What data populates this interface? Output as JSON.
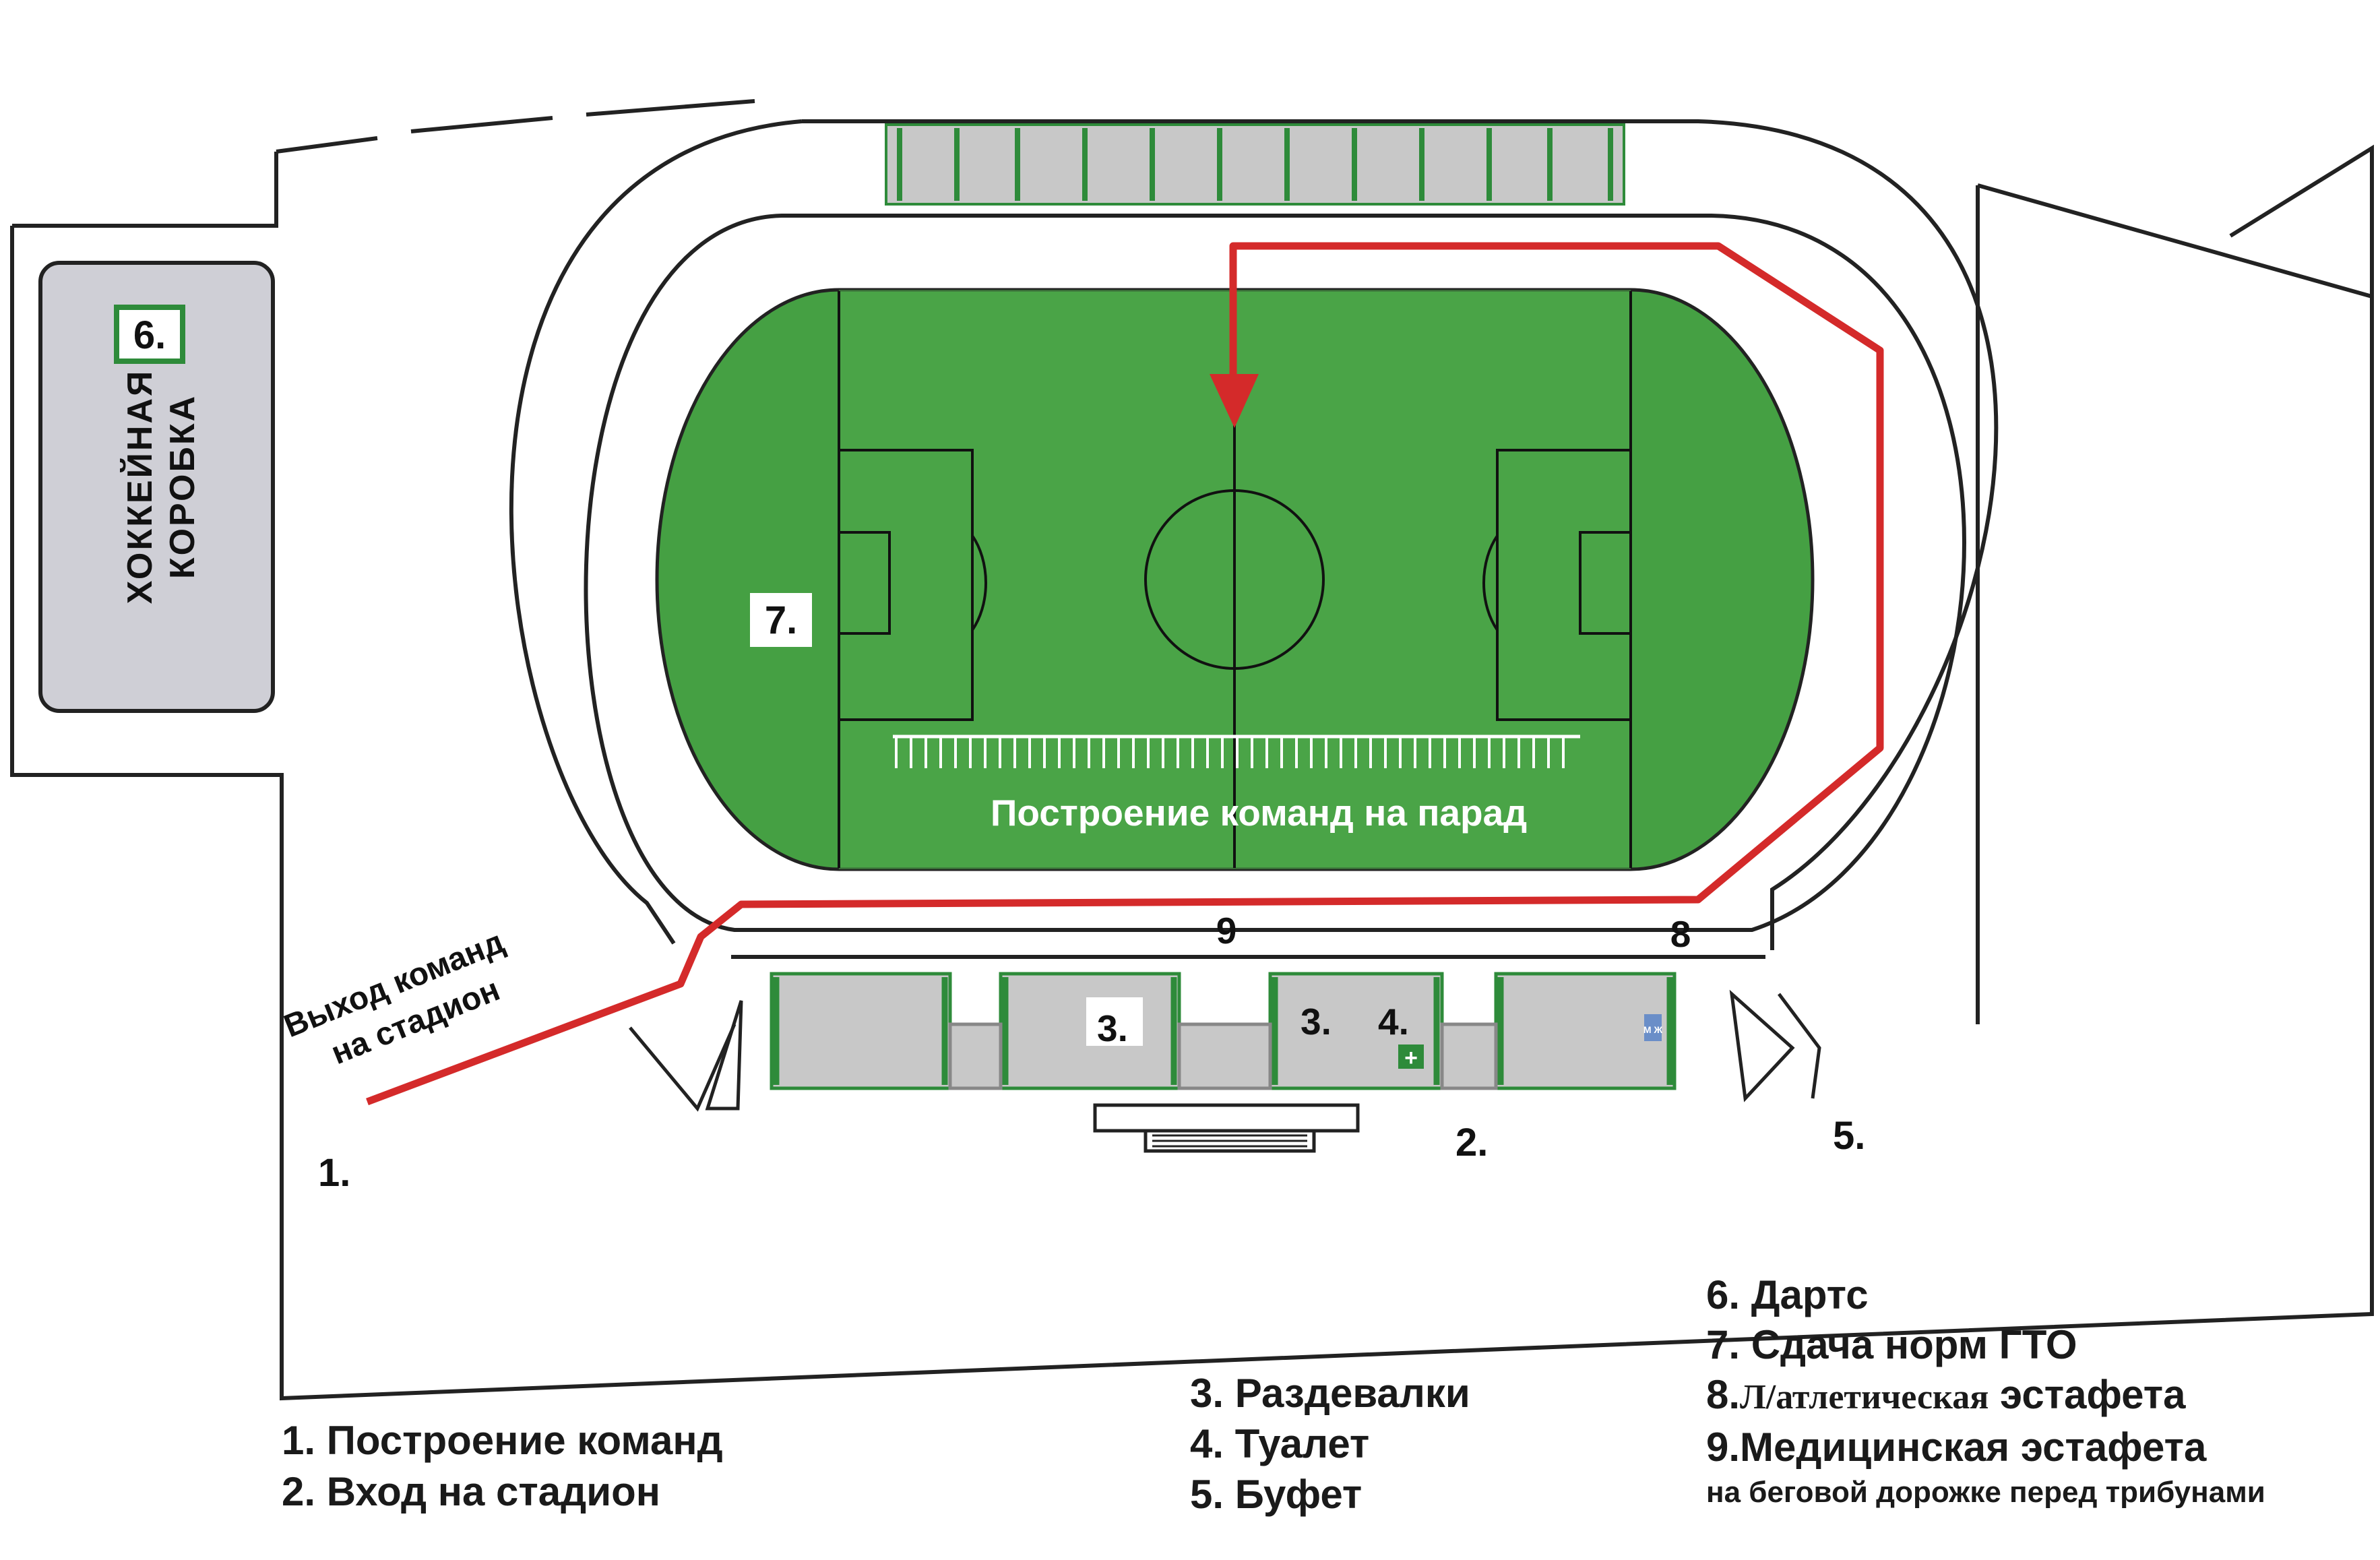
{
  "map": {
    "hockey_box_label": "ХОККЕЙНАЯ",
    "hockey_box_label_2": "КОРОБКА",
    "field_parade_label": "Построение команд на парад",
    "team_exit_line1": "Выход команд",
    "team_exit_line2": "на стадион",
    "markers": {
      "m1": "1.",
      "m2": "2.",
      "m3a": "3.",
      "m3b": "3.",
      "m4": "4.",
      "m5": "5.",
      "m6": "6.",
      "m7": "7.",
      "m8": "8",
      "m9": "9"
    },
    "restroom_sign": "М Ж",
    "colors": {
      "field": "#3f9a3f",
      "field_light": "#5cb352",
      "route": "#d42a2a",
      "building": "#c8c8c8",
      "stand_stripe": "#2e8b3a",
      "box": "#cfcfd6",
      "outline": "#222222"
    }
  },
  "legend": {
    "left": [
      "1. Построение команд",
      "2. Вход на стадион"
    ],
    "middle": [
      "3. Раздевалки",
      "4. Туалет",
      "5. Буфет"
    ],
    "right": {
      "item6": "6. Дартс",
      "item7": "7. Сдача норм ГТО",
      "item8_num": "8.",
      "item8_serif": "Л/атлетическая",
      "item8_rest": " эстафета",
      "item9": "9.Медицинская эстафета",
      "item9_note": "на беговой дорожке перед трибунами"
    }
  }
}
